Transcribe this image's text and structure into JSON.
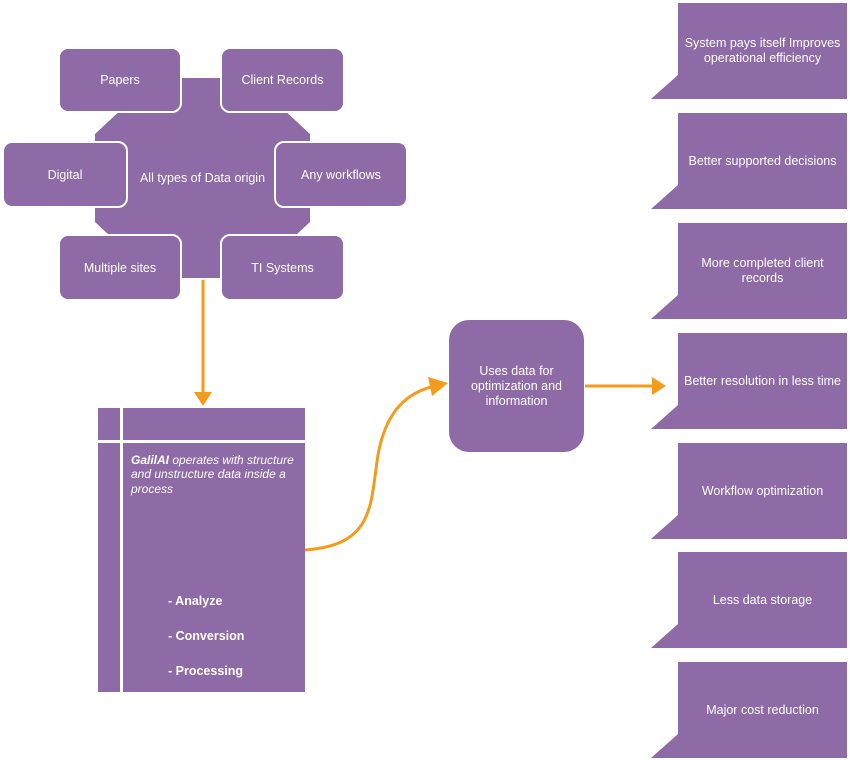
{
  "hub": {
    "label": "All types of Data origin"
  },
  "sources": {
    "papers": "Papers",
    "client_records": "Client Records",
    "digital": "Digital",
    "any_workflows": "Any workflows",
    "multiple_sites": "Multiple sites",
    "ti_systems": "TI Systems"
  },
  "process": {
    "brand": "GalilAI",
    "description": "  operates with structure and unstructure data inside a process",
    "steps": [
      "- Analyze",
      "- Conversion",
      "- Processing"
    ]
  },
  "uses": {
    "label": "Uses data for optimization and information"
  },
  "benefits": [
    "System pays itself Improves operational efficiency",
    "Better supported decisions",
    "More completed client records",
    "Better resolution in less time",
    "Workflow optimization",
    "Less data storage",
    "Major cost reduction"
  ],
  "colors": {
    "box": "#8e6aa6",
    "arrow": "#f59b1c",
    "text": "#ffffff"
  }
}
